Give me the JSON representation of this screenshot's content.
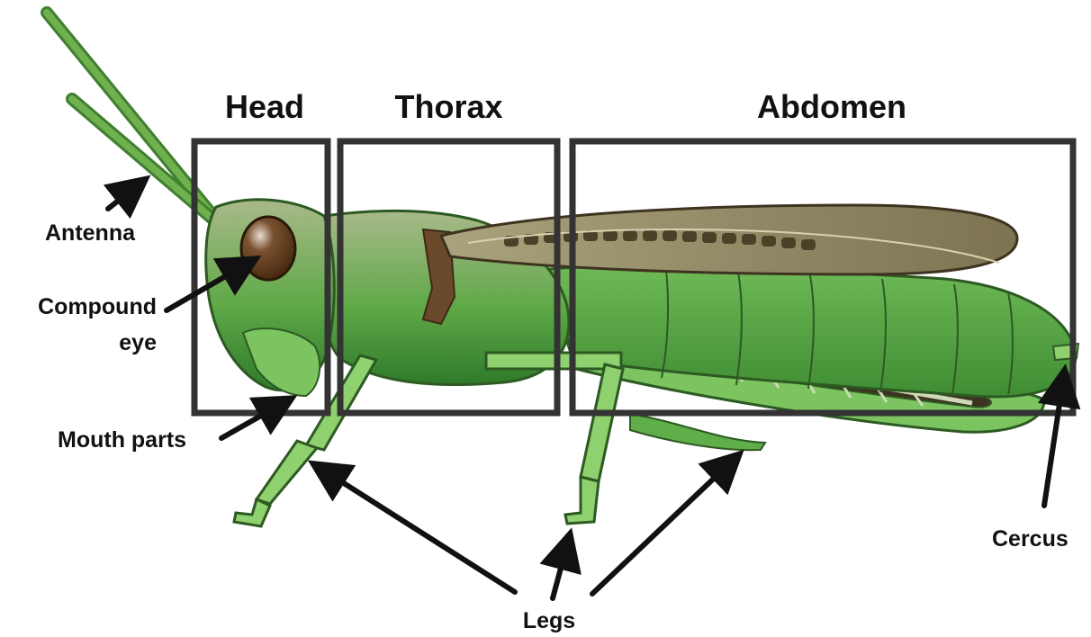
{
  "segments": {
    "head": "Head",
    "thorax": "Thorax",
    "abdomen": "Abdomen"
  },
  "callouts": {
    "antenna": "Antenna",
    "compound_eye_line1": "Compound",
    "compound_eye_line2": "eye",
    "mouth_parts": "Mouth parts",
    "legs": "Legs",
    "cercus": "Cercus"
  },
  "colors": {
    "box_stroke": "#333333",
    "arrow": "#111111",
    "body_green": "#5fae4a",
    "light_green": "#9ad27a",
    "wing_tan": "#8c8360",
    "eye_brown": "#5b3a1e",
    "dark_brown": "#3e3320"
  }
}
